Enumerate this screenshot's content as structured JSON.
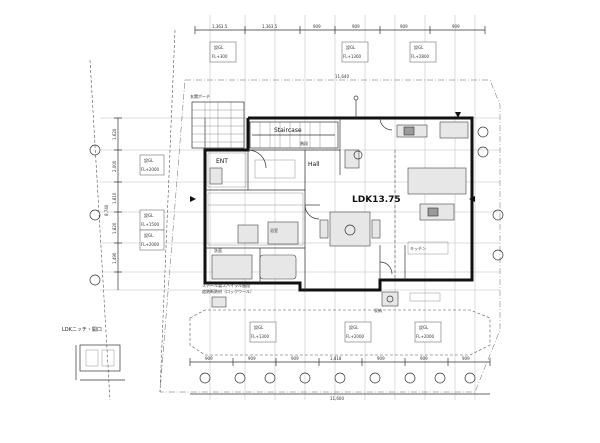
{
  "labels": {
    "ldk": "LDK13.75",
    "ent": "ENT",
    "hall": "Hall",
    "staircase": "Staircase",
    "inset_title": "LDKニッチ・開口",
    "north_dim": "11,640",
    "west_dim": "8,740",
    "south_dim": "11,600",
    "bottom_dim": "11,600",
    "porch_note": "玄関ポーチ",
    "stair_note": "階段",
    "kitchen_note": "キッチン",
    "sanitary_note": "洗面",
    "bath_note": "浴室",
    "storage_note": "収納",
    "lower_note": "スチール製スパイラル階段",
    "lower_note2": "遮熱断熱材（ロックウール）"
  },
  "top_dims": [
    "1,363.5",
    "1,363.5",
    "909",
    "909",
    "909",
    "909"
  ],
  "side_dims": [
    "1,620",
    "2,000",
    "1,810",
    "1,820",
    "1,490"
  ],
  "bottom_dims": [
    "909",
    "909",
    "909",
    "1,818",
    "909",
    "909",
    "909"
  ],
  "level_tags_top": [
    {
      "label": "設GL",
      "value": "FL+300"
    },
    {
      "label": "設GL",
      "value": "FL+1300"
    },
    {
      "label": "設GL",
      "value": "FL+2800"
    }
  ],
  "level_tags_left": [
    {
      "label": "設GL",
      "value": "FL+2000"
    },
    {
      "label": "設GL",
      "value": "FL+1500"
    },
    {
      "label": "設GL",
      "value": "FL+2000"
    }
  ],
  "level_tags_bottom": [
    {
      "label": "設GL",
      "value": "FL+1300"
    },
    {
      "label": "設GL",
      "value": "FL+2000"
    },
    {
      "label": "設GL",
      "value": "FL+2000"
    }
  ]
}
